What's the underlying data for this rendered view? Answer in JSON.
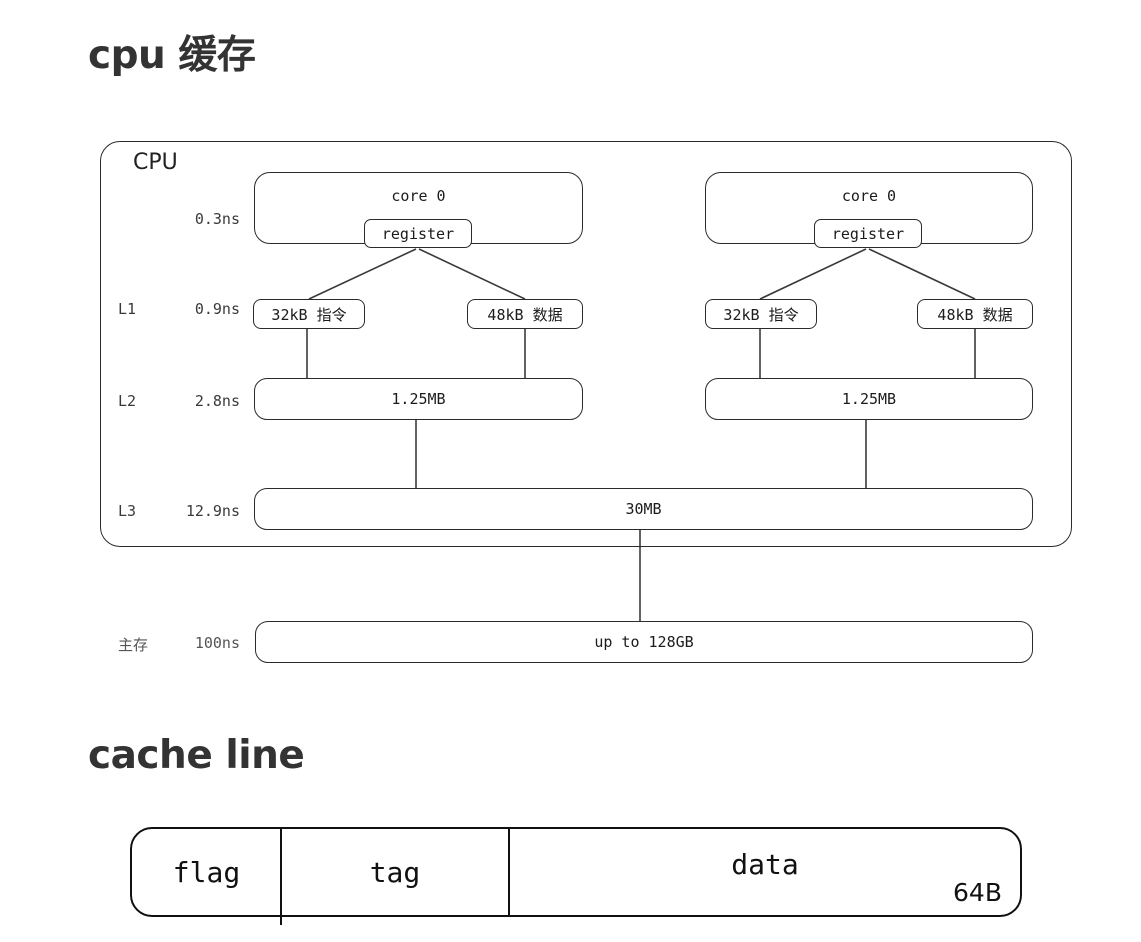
{
  "headings": {
    "cpu_cache": "cpu 缓存",
    "cache_line": "cache line"
  },
  "cpu_diagram": {
    "container_label": "CPU",
    "rows": [
      {
        "level": "",
        "latency": "0.3ns"
      },
      {
        "level": "L1",
        "latency": "0.9ns"
      },
      {
        "level": "L2",
        "latency": "2.8ns"
      },
      {
        "level": "L3",
        "latency": "12.9ns"
      },
      {
        "level": "主存",
        "latency": "100ns"
      }
    ],
    "cores": [
      {
        "title": "core 0",
        "register": "register",
        "l1_instruction": "32kB 指令",
        "l1_data": "48kB 数据",
        "l2": "1.25MB"
      },
      {
        "title": "core 0",
        "register": "register",
        "l1_instruction": "32kB 指令",
        "l1_data": "48kB 数据",
        "l2": "1.25MB"
      }
    ],
    "l3": "30MB",
    "main_memory": "up to 128GB"
  },
  "cache_line": {
    "segments": [
      {
        "name": "flag",
        "label": "flag"
      },
      {
        "name": "tag",
        "label": "tag"
      },
      {
        "name": "data",
        "label": "data"
      }
    ],
    "size": "64B"
  },
  "colors": {
    "heading": "#333333",
    "stroke": "#2b2b2b",
    "text": "#1b1b1b",
    "background": "#ffffff"
  }
}
